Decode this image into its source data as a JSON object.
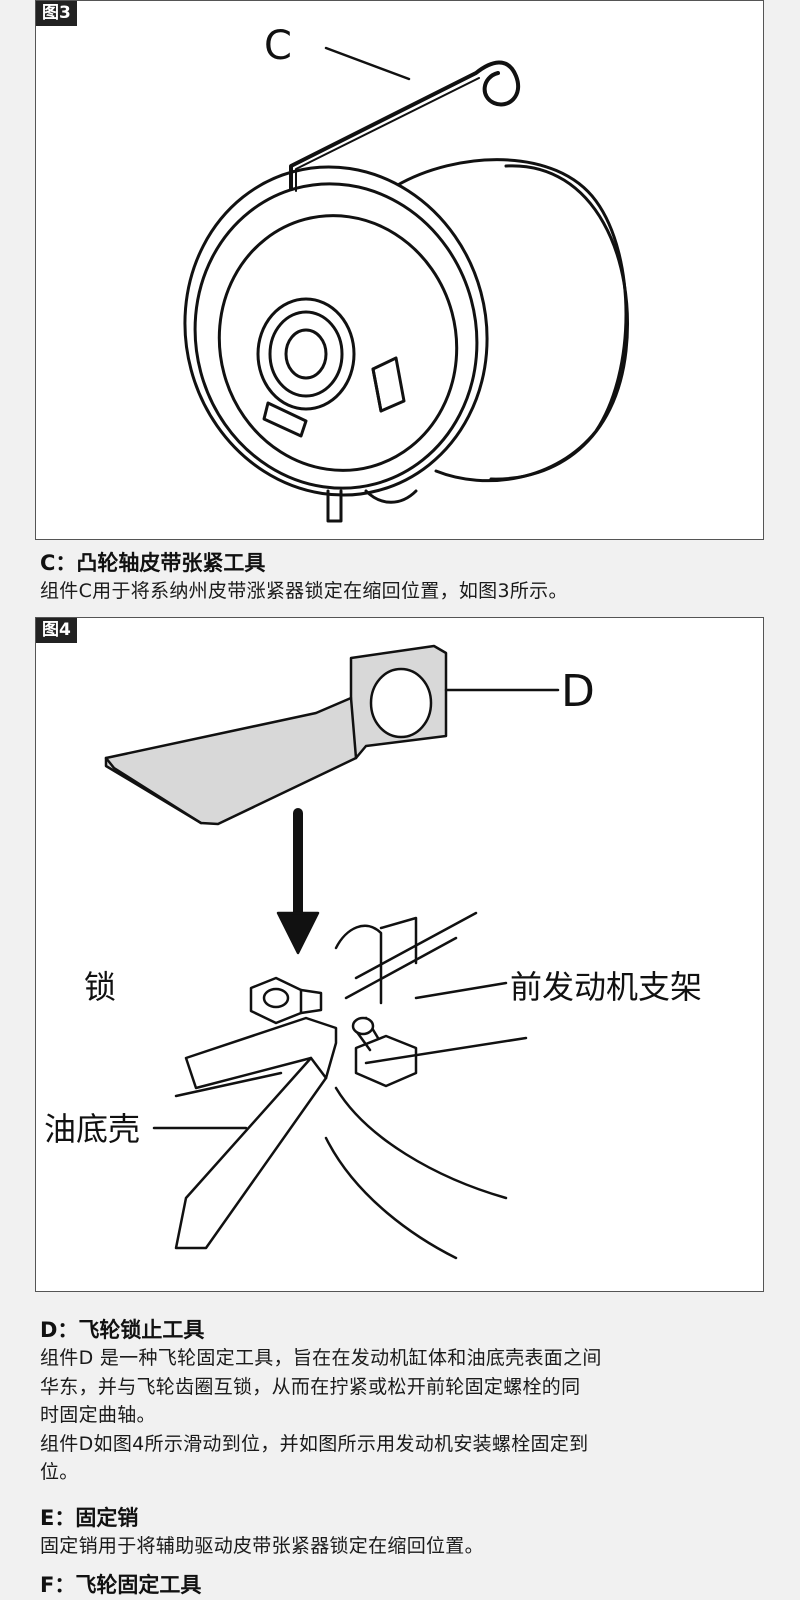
{
  "figure3": {
    "tag": "图3",
    "label_c": "C"
  },
  "section_c": {
    "heading": "C：凸轮轴皮带张紧工具",
    "text": "组件C用于将系纳州皮带涨紧器锁定在缩回位置，如图3所示。"
  },
  "figure4": {
    "tag": "图4",
    "label_d": "D",
    "label_lock": "锁",
    "label_bracket": "前发动机支架",
    "label_oil_pan": "油底壳"
  },
  "section_d": {
    "heading": "D：飞轮锁止工具",
    "line1": "组件D 是一种飞轮固定工具，旨在在发动机缸体和油底壳表面之间",
    "line2": "华东，并与飞轮齿圈互锁，从而在拧紧或松开前轮固定螺栓的同",
    "line3": "时固定曲轴。",
    "line4": "组件D如图4所示滑动到位，并如图所示用发动机安装螺栓固定到",
    "line5": "位。"
  },
  "section_e": {
    "heading": "E：固定销",
    "text": "固定销用于将辅助驱动皮带张紧器锁定在缩回位置。"
  },
  "section_f": {
    "heading": "F：飞轮固定工具"
  }
}
